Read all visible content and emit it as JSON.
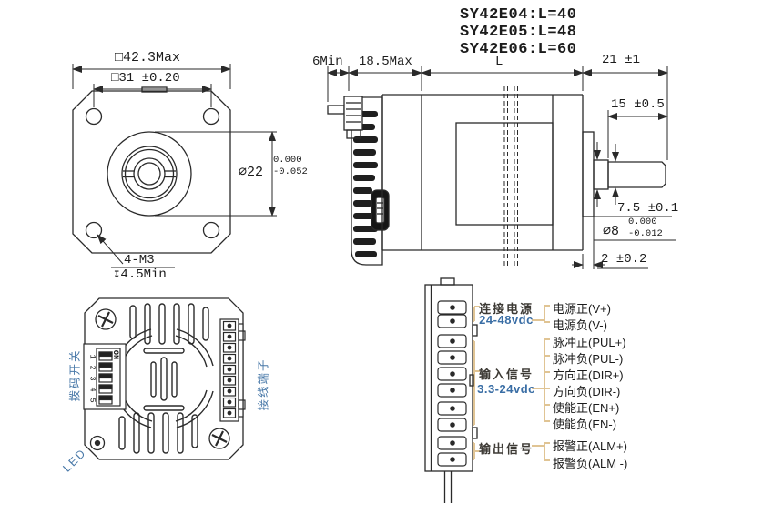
{
  "title": {
    "models": [
      "SY42E04:L=40",
      "SY42E05:L=48",
      "SY42E06:L=60"
    ]
  },
  "front_view": {
    "dim_square": "□42.3Max",
    "dim_bolt_spacing": "□31 ±0.20",
    "dim_pilot_dia": "⌀22",
    "pilot_tol_upper": "0.000",
    "pilot_tol_lower": "-0.052",
    "dim_mount_holes": "4-M3",
    "dim_hole_depth": "↧4.5Min"
  },
  "side_view": {
    "dim_connector": "6Min",
    "dim_driver": "18.5Max",
    "dim_body_length": "L",
    "dim_front_length": "21 ±1",
    "dim_shaft_length": "15 ±0.5",
    "dim_shaft_step": "7.5 ±0.1",
    "dim_shaft_dia": "⌀8",
    "shaft_tol_upper": "0.000",
    "shaft_tol_lower": "-0.012",
    "dim_boss": "2 ±0.2"
  },
  "rear_view": {
    "label_dip_switch": "拨码开关",
    "label_terminal": "接线端子",
    "label_led": "LED",
    "dip_on": "ON",
    "dip_numbers": [
      "1",
      "2",
      "3",
      "4",
      "5"
    ]
  },
  "wiring": {
    "groups": [
      {
        "label": "连接电源",
        "voltage": "24-48vdc",
        "signals": [
          "电源正(V+)",
          "电源负(V-)"
        ]
      },
      {
        "label": "输入信号",
        "voltage": "3.3-24vdc",
        "signals": [
          "脉冲正(PUL+)",
          "脉冲负(PUL-)",
          "方向正(DIR+)",
          "方向负(DIR-)",
          "使能正(EN+)",
          "使能负(EN-)"
        ]
      },
      {
        "label": "输出信号",
        "voltage": "",
        "signals": [
          "报警正(ALM+)",
          "报警负(ALM -)"
        ]
      }
    ]
  },
  "colors": {
    "line": "#2a2a2a",
    "wire": "#e0c494",
    "accent_blue": "#3a6ea5",
    "group_label": "#3d3a35"
  }
}
